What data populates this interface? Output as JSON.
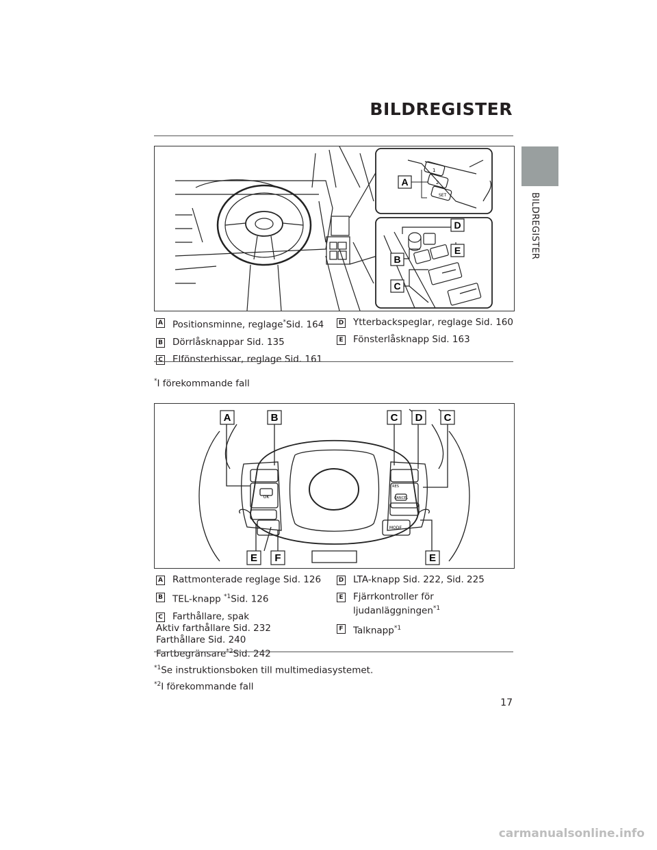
{
  "page": {
    "title": "BILDREGISTER",
    "side_label": "BILDREGISTER",
    "page_number": "17",
    "watermark": "carmanualsonline.info"
  },
  "figure1": {
    "labels": [
      "A",
      "B",
      "C",
      "D",
      "E"
    ],
    "button_text": [
      "1",
      "2",
      "SET"
    ],
    "legend_left": [
      {
        "tag": "A",
        "text": "Positionsminne, reglage",
        "sup": "*",
        "ref": "Sid. 164"
      },
      {
        "tag": "B",
        "text": "Dörrlåsknappar Sid. 135",
        "sup": "",
        "ref": ""
      },
      {
        "tag": "C",
        "text": "Elfönsterhissar, reglage Sid. 161",
        "sup": "",
        "ref": ""
      }
    ],
    "legend_right": [
      {
        "tag": "D",
        "text": "Ytterbackspeglar, reglage Sid. 160",
        "sup": "",
        "ref": ""
      },
      {
        "tag": "E",
        "text": "Fönsterlåsknapp Sid. 163",
        "sup": "",
        "ref": ""
      }
    ],
    "footnote": {
      "sup": "*",
      "text": "I förekommande fall"
    }
  },
  "figure2": {
    "labels": [
      "A",
      "B",
      "C",
      "D",
      "C",
      "E",
      "F",
      "E"
    ],
    "button_text": {
      "ok": "OK",
      "cancel": "CANCEL",
      "res": "RES",
      "mode": "MODE"
    },
    "legend_left": [
      {
        "tag": "A",
        "lines": [
          "Rattmonterade reglage Sid. 126"
        ],
        "sup": ""
      },
      {
        "tag": "B",
        "lines": [
          "TEL-knapp "
        ],
        "sup": "*1",
        "after": "Sid. 126"
      },
      {
        "tag": "C",
        "lines": [
          "Farthållare, spak",
          "Aktiv farthållare Sid. 232",
          "Farthållare Sid. 240",
          "Fartbegränsare"
        ],
        "sup": "*2",
        "after": "Sid. 242"
      }
    ],
    "legend_right": [
      {
        "tag": "D",
        "lines": [
          "LTA-knapp Sid. 222, Sid. 225"
        ],
        "sup": ""
      },
      {
        "tag": "E",
        "lines": [
          "Fjärrkontroller för",
          "ljudanläggningen"
        ],
        "sup": "*1"
      },
      {
        "tag": "F",
        "lines": [
          "Talknapp"
        ],
        "sup": "*1"
      }
    ],
    "footnotes": [
      {
        "sup": "*1",
        "text": "Se instruktionsboken till multimediasystemet."
      },
      {
        "sup": "*2",
        "text": "I förekommande fall"
      }
    ]
  }
}
